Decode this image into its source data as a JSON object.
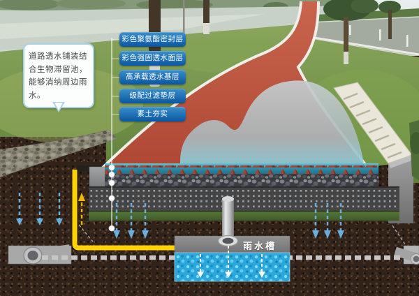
{
  "callout": {
    "text": "道路透水铺装结合生物滞留池，能够消纳周边雨水。"
  },
  "layer_labels": [
    {
      "label": "彩色聚氨酯密封层"
    },
    {
      "label": "彩色强固透水面层"
    },
    {
      "label": "高承载透水基层"
    },
    {
      "label": "级配过滤垫层"
    },
    {
      "label": "素土夯实"
    }
  ],
  "trough": {
    "label": "雨水槽"
  },
  "colors": {
    "label_blue_top": "#3a8fcc",
    "label_blue_bottom": "#0a57a0",
    "path_red": "#b54c38",
    "flow_yellow": "#ffd303",
    "trough_water_cyan": "#2ba7db",
    "soil_brown": "#31221a",
    "grass_green": "#6f9447",
    "subgrade_green": "#4f7134"
  }
}
